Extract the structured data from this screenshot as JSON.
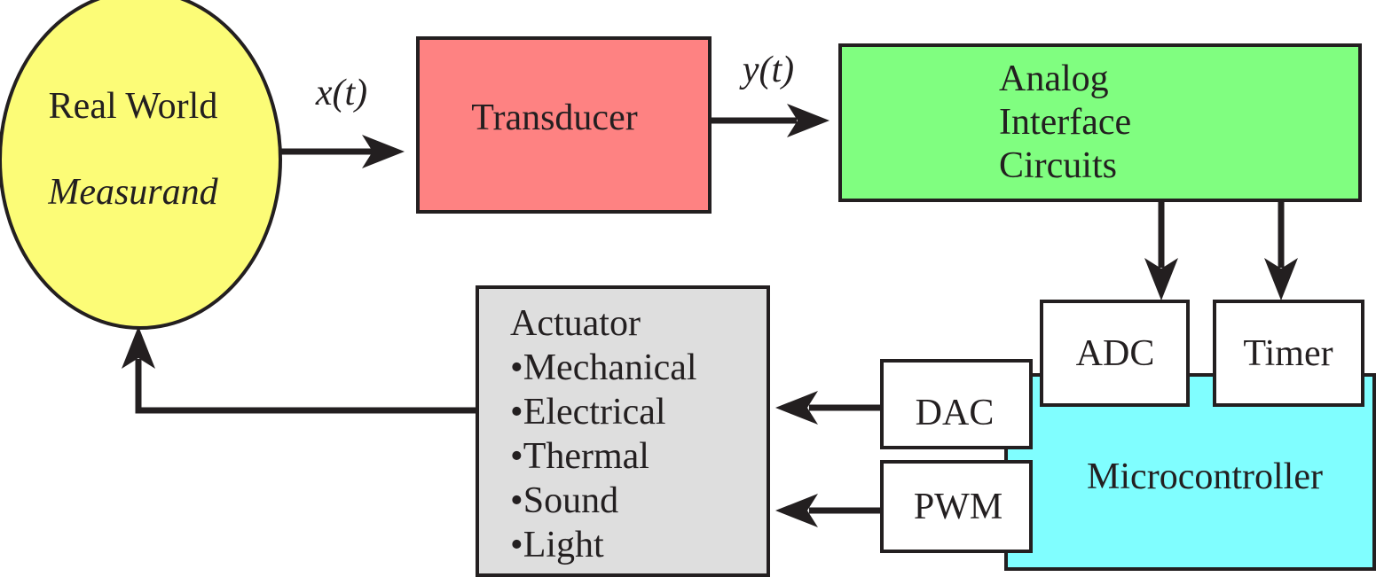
{
  "colors": {
    "real_world": "#fcfc77",
    "transducer": "#fe8282",
    "analog": "#80fe80",
    "micro": "#80feff",
    "actuator": "#dedede",
    "white": "#ffffff",
    "stroke": "#231f20"
  },
  "nodes": {
    "real_world": {
      "line1": "Real World",
      "line2": "Measurand"
    },
    "transducer": {
      "label": "Transducer"
    },
    "analog": {
      "line1": "Analog",
      "line2": "Interface",
      "line3": "Circuits"
    },
    "adc": {
      "label": "ADC"
    },
    "timer": {
      "label": "Timer"
    },
    "dac": {
      "label": "DAC"
    },
    "pwm": {
      "label": "PWM"
    },
    "micro": {
      "label": "Microcontroller"
    },
    "actuator": {
      "title": "Actuator",
      "items": [
        "•Mechanical",
        "•Electrical",
        "•Thermal",
        "•Sound",
        "•Light"
      ]
    }
  },
  "signals": {
    "x": "x(t)",
    "y": "y(t)"
  }
}
